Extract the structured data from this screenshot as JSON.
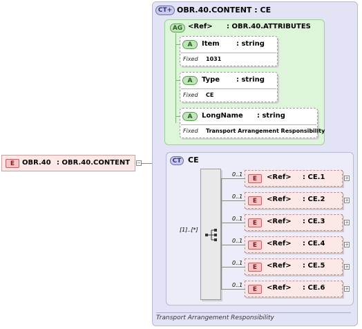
{
  "outer_type": {
    "badge": "CT+",
    "title": "OBR.40.CONTENT : CE",
    "annotation": "Transport Arrangement Responsibility"
  },
  "attribute_group": {
    "badge": "AG",
    "ref": "<Ref>",
    "name": ": OBR.40.ATTRIBUTES",
    "attributes": [
      {
        "badge": "A",
        "name": "Item",
        "type": ": string",
        "fixed_label": "Fixed",
        "fixed_value": "1031"
      },
      {
        "badge": "A",
        "name": "Type",
        "type": ": string",
        "fixed_label": "Fixed",
        "fixed_value": "CE"
      },
      {
        "badge": "A",
        "name": "LongName",
        "type": ": string",
        "fixed_label": "Fixed",
        "fixed_value": "Transport Arrangement Responsibility"
      }
    ]
  },
  "root_element": {
    "badge": "E",
    "name": "OBR.40",
    "type": ": OBR.40.CONTENT"
  },
  "ce_type": {
    "badge": "CT",
    "title": "CE",
    "sequence_occurrence": "[1]..[*]",
    "children": [
      {
        "badge": "E",
        "occurrence": "0..1",
        "ref": "<Ref>",
        "name": ": CE.1"
      },
      {
        "badge": "E",
        "occurrence": "0..1",
        "ref": "<Ref>",
        "name": ": CE.2"
      },
      {
        "badge": "E",
        "occurrence": "0..1",
        "ref": "<Ref>",
        "name": ": CE.3"
      },
      {
        "badge": "E",
        "occurrence": "0..1",
        "ref": "<Ref>",
        "name": ": CE.4"
      },
      {
        "badge": "E",
        "occurrence": "0..1",
        "ref": "<Ref>",
        "name": ": CE.5"
      },
      {
        "badge": "E",
        "occurrence": "0..1",
        "ref": "<Ref>",
        "name": ": CE.6"
      }
    ]
  },
  "colors": {
    "element_fill": "#fde8e8",
    "attr_group_fill": "#ddf5d8",
    "complex_type_fill": "#e3e3f6"
  }
}
